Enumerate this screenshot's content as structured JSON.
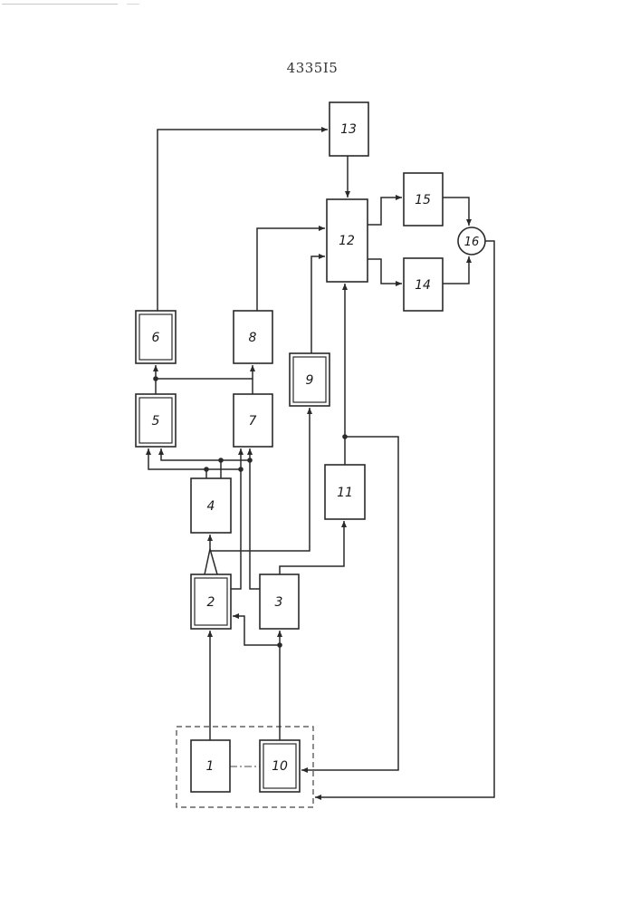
{
  "document": {
    "patent_number": "4335I5"
  },
  "blocks": [
    {
      "id": "b1",
      "label": "1"
    },
    {
      "id": "b2",
      "label": "2"
    },
    {
      "id": "b3",
      "label": "3"
    },
    {
      "id": "b4",
      "label": "4"
    },
    {
      "id": "b5",
      "label": "5"
    },
    {
      "id": "b6",
      "label": "6"
    },
    {
      "id": "b7",
      "label": "7"
    },
    {
      "id": "b8",
      "label": "8"
    },
    {
      "id": "b9",
      "label": "9"
    },
    {
      "id": "b10",
      "label": "10"
    },
    {
      "id": "b11",
      "label": "11"
    },
    {
      "id": "b12",
      "label": "12"
    },
    {
      "id": "b13",
      "label": "13"
    },
    {
      "id": "b14",
      "label": "14"
    },
    {
      "id": "b15",
      "label": "15"
    },
    {
      "id": "b16",
      "label": "16"
    }
  ]
}
